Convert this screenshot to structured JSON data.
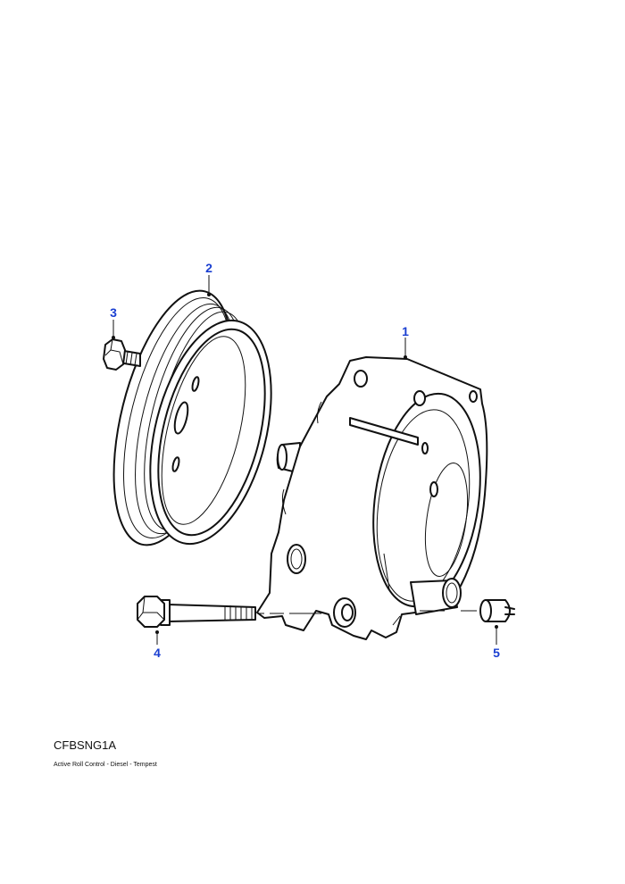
{
  "callouts": [
    {
      "id": "1",
      "label": "1"
    },
    {
      "id": "2",
      "label": "2"
    },
    {
      "id": "3",
      "label": "3"
    },
    {
      "id": "4",
      "label": "4"
    },
    {
      "id": "5",
      "label": "5"
    }
  ],
  "drawing_code": "CFBSNG1A",
  "caption": "Active Roll Control - Diesel - Tempest",
  "colors": {
    "callout": "#1a3fd1",
    "line": "#111111"
  }
}
